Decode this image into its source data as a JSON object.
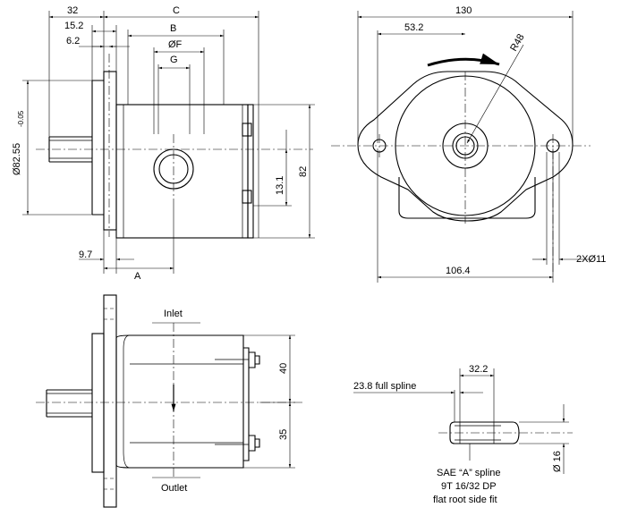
{
  "side_view": {
    "dim_32": "32",
    "dim_c": "C",
    "dim_15_2": "15.2",
    "dim_b": "B",
    "dim_6_2": "6.2",
    "dim_f": "ØF",
    "dim_g": "G",
    "dim_pilot": "Ø82.55",
    "dim_pilot_tol": "-0.05",
    "dim_82": "82",
    "dim_13_1": "13.1",
    "dim_9_7": "9.7",
    "dim_a": "A"
  },
  "front_view": {
    "dim_130": "130",
    "dim_53_2": "53.2",
    "dim_r48": "R48",
    "dim_106_4": "106.4",
    "dim_holes": "2XØ11"
  },
  "top_view": {
    "label_inlet": "Inlet",
    "label_outlet": "Outlet",
    "dim_40": "40",
    "dim_35": "35"
  },
  "shaft_detail": {
    "dim_32_2": "32.2",
    "label_spline_length": "23.8 full spline",
    "dim_16": "Ø 16",
    "note_line1": "SAE “A” spline",
    "note_line2": "9T 16/32 DP",
    "note_line3": "flat root side fit"
  }
}
